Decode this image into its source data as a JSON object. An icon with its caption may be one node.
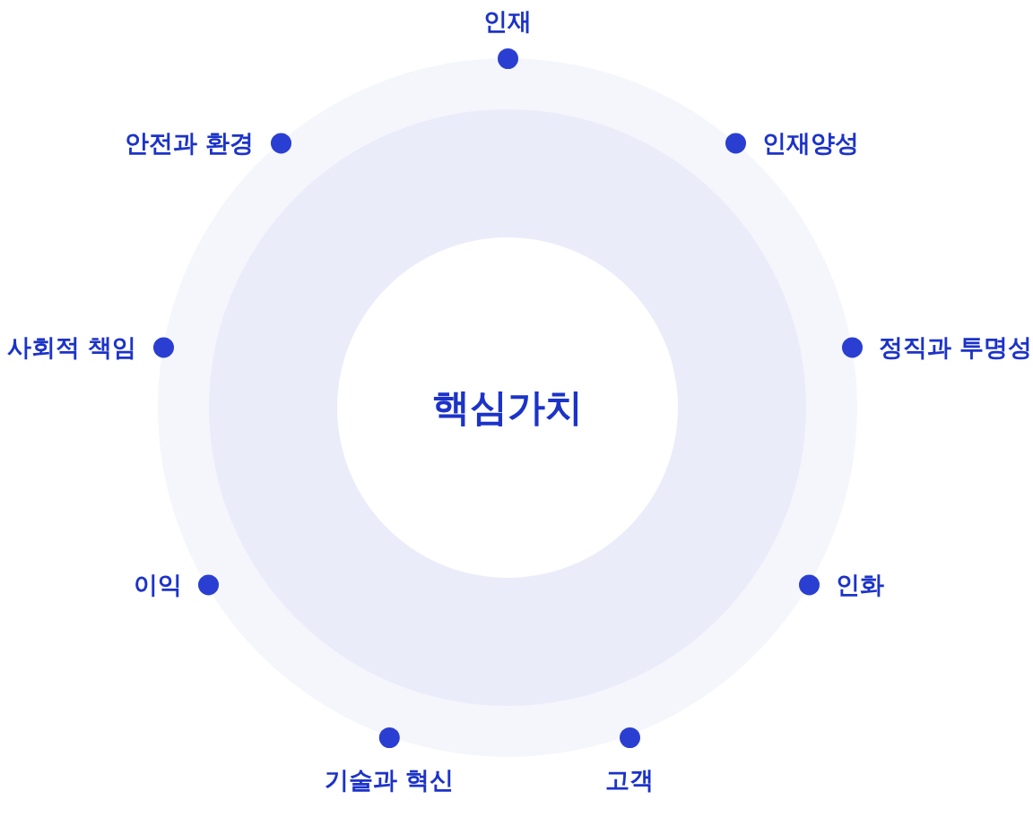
{
  "diagram": {
    "nodes": [
      {
        "text": [
          "핵심가치"
        ]
      },
      {
        "text": [],
        "shape": "circle",
        "beside": [
          "인재"
        ]
      },
      {
        "text": [],
        "shape": "circle",
        "beside": [
          "인재양성"
        ]
      },
      {
        "text": [],
        "shape": "circle",
        "beside": [
          "정직과 투명성"
        ]
      },
      {
        "text": [],
        "shape": "circle",
        "beside": [
          "인화"
        ]
      },
      {
        "text": [],
        "shape": "circle",
        "beside": [
          "고객"
        ]
      },
      {
        "text": [],
        "shape": "circle",
        "beside": [
          "기술과 혁신"
        ]
      },
      {
        "text": [],
        "shape": "circle",
        "beside": [
          "이익"
        ]
      },
      {
        "text": [],
        "shape": "circle",
        "beside": [
          "사회적 책임"
        ]
      },
      {
        "text": [],
        "shape": "circle",
        "beside": [
          "안전과 환경"
        ]
      }
    ]
  }
}
